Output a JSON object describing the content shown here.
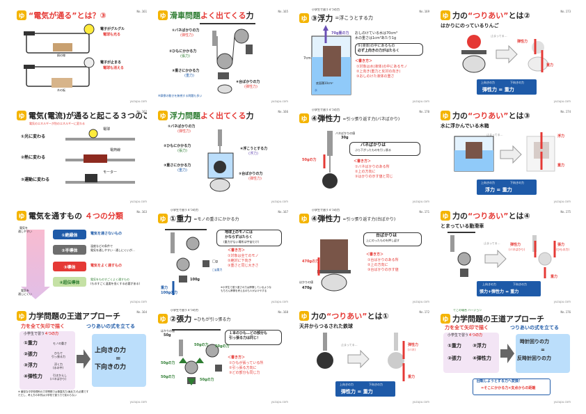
{
  "cards": [
    {
      "no": "No.161",
      "title": "“電気が通る”とは？③",
      "lines": [
        "電子がグルグル",
        "電球も光る",
        "電子が止まる",
        "電球も消える"
      ],
      "labels": [
        "銅の線",
        "木の板",
        "ボックス",
        "ボックス"
      ],
      "site": "yuzupu.com"
    },
    {
      "no": "No.165",
      "title_a": "滑車問題",
      "title_b": "よく出てくる",
      "title_c": "力",
      "labels": [
        "①バネばかりの力",
        "(弾性力)",
        "②ひもにかかる力",
        "(張力)",
        "③重さにかかる力",
        "(重力)",
        "④台ばかりの力",
        "(弾性力)"
      ],
      "note": "※摩擦の動きを無視する問題も多い",
      "site": "yuzupu.com"
    },
    {
      "no": "No.169",
      "small": "小学生で習う４つの力",
      "title": "③浮力",
      "title_s": "=浮こうとする力",
      "arrow": "70g重の力",
      "lines": [
        "おしのけている水は70cm³",
        "水の重さは1cm³あたり1g",
        "⑤(液体)の中にあるもの",
        "必ず上向きの力がはたらく"
      ],
      "kaku": "＜書き方＞",
      "rules": [
        "①対象は水(液体)の中にあるモノ",
        "②上向き(重力と反対の向き)",
        "③おしのけた液体の重さ"
      ],
      "dims": [
        "7cm",
        "底面積10cm²",
        "水"
      ],
      "site": "yuzupu.com"
    },
    {
      "no": "No.173",
      "title_a": "力の",
      "title_b": "“つりあい”",
      "title_c": "とは②",
      "sub": "はかりにのっているりんご",
      "labels": [
        "弾性力",
        "重力",
        "止まってる…"
      ],
      "eq_up": "上向きの力",
      "eq_down": "下向きの力",
      "eq": "弾性力 = 重力",
      "site": "yuzupu.com"
    },
    {
      "no": "No.162",
      "title": "電気(電流)が通ると起こる３つのこと",
      "sub": "電気のエネルギーが別のエネルギーに変わる",
      "items": [
        "①光に変わる",
        "②熱に変わる",
        "③運動に変わる"
      ],
      "labels": [
        "電球",
        "電熱線",
        "モーター"
      ],
      "site": "yuzupu.com"
    },
    {
      "no": "No.166",
      "title_a": "浮力問題",
      "title_b": "よく出てくる",
      "title_c": "力",
      "labels": [
        "①バネばかりの力",
        "(弾性力)",
        "②ひもにかかる力",
        "(張力)",
        "③重さにかかる力",
        "(重力)",
        "④浮こうとする力",
        "(浮力)",
        "⑤台ばかりの力",
        "(弾性力)"
      ],
      "site": "yuzupu.com"
    },
    {
      "no": "No.170",
      "small": "小学生で習う４つの力",
      "title": "④弾性力",
      "title_s": "=引っ張り返す力(バネばかり)",
      "labels": [
        "バネばかりの値",
        "30g",
        "50gの力"
      ],
      "bubble": [
        "バネばかりは",
        "ぶら下がったものを引っ張る"
      ],
      "kaku": "＜書き方＞",
      "rules": [
        "①バネばかりのある所",
        "②上の方向に",
        "③はかりの示す値と同じ"
      ],
      "site": "yuzupu.com"
    },
    {
      "no": "No.174",
      "title_a": "力の",
      "title_b": "“つりあい”",
      "title_c": "とは③",
      "sub": "水に浮かんでいる木箱",
      "labels": [
        "浮力",
        "重力",
        "止まってる…"
      ],
      "eq_up": "上向きの力",
      "eq_down": "下向きの力",
      "eq": "浮力 = 重力",
      "site": "yuzupu.com"
    },
    {
      "no": "No.163",
      "title_a": "電気を通すもの",
      "title_b": "４つの分類",
      "side_top": [
        "電気を",
        "通しやすい"
      ],
      "side_bot": [
        "電気を",
        "通しにくい"
      ],
      "cats": [
        "①絶縁体",
        "②半導体",
        "③導体",
        "④超伝導体"
      ],
      "descs": [
        "電気を通さないもの",
        "温度などの条件で",
        "電気を通しやすい・通しにくいが…",
        "電気をよく通すもの",
        "電気をものすごくよく通すもの",
        "(ものすごく温度を低くする必要がある)"
      ],
      "site": "yuzupu.com"
    },
    {
      "no": "No.167",
      "small": "小学生で習う４つの力",
      "title": "①重力",
      "title_s": "=モノの重さにかかる力",
      "bubble": [
        "地球上のモノには",
        "かならずはたらく",
        "(重力がない場所は宇宙だけ)"
      ],
      "kaku": "＜書き方＞",
      "rules": [
        "①対象は全てのモノ",
        "②絶対に下向き",
        "③重さと同じ大きさ"
      ],
      "labels": [
        "□g",
        "□g重力",
        "100g",
        "重力",
        "100gの力"
      ],
      "note": [
        "※小学生で習う重さの力は摩擦しているような",
        "もちろん摩擦を考えるのも人がよけやする"
      ],
      "site": "yuzupu.com"
    },
    {
      "no": "No.171",
      "small": "小学生で習う４つの力",
      "title": "④弾性力",
      "title_s": "=引っ張り返す力(台ばかり)",
      "bubble": [
        "台ばかりは",
        "上にのったものを押し返す"
      ],
      "labels": [
        "470gの力",
        "はかりの値",
        "470g"
      ],
      "kaku": "＜書き方＞",
      "rules": [
        "①台ばかりのある所",
        "②上の方向に",
        "③台ばかりの示す値"
      ],
      "site": "yuzupu.com"
    },
    {
      "no": "No.175",
      "title_a": "力の",
      "title_b": "“つりあい”",
      "title_c": "とは④",
      "sub": "とまっている動滑車",
      "labels": [
        "弾性力",
        "(バネばかり)",
        "張力",
        "(ひもの力)",
        "重力",
        "止まってる…"
      ],
      "eq_up": "上向きの力",
      "eq_down": "下向きの力",
      "eq": "張力+弾性力 = 重力",
      "site": "yuzupu.com"
    },
    {
      "no": "No.164",
      "title": "力学問題の王道アプローチ",
      "left_head": "力を全て矢印で描く",
      "right_head": "つりあいの式を立てる",
      "box_title": "小学生で習う",
      "box_title2": "４つの力",
      "forces": [
        "①重力",
        "②張力",
        "③浮力",
        "④弾性力"
      ],
      "force_desc": [
        "モノの重さ",
        "ひもで",
        "引っ張る力",
        "浮く力",
        "(水の中)",
        "引きかえし",
        "(バネばかり)"
      ],
      "result": [
        "上向きの力",
        "=",
        "下向きの力"
      ],
      "note": [
        "※ 厳密な中学校理科の力学問題では垂直抗力(面反力)も必要です",
        "ただし、考え方の本質は小学校で習う力で変わらない"
      ],
      "site": "yuzupu.com"
    },
    {
      "no": "No.168",
      "small": "小学生で習う４つの力",
      "title": "②張力",
      "title_s": "=ひもが引っ張る力",
      "bubble": [
        "１本のひも…どの部分も",
        "引っ張る力は同じ！"
      ],
      "labels": [
        "はかりの値",
        "50g",
        "50gの力",
        "50gの力",
        "50gの力",
        "50gの力",
        "50gの力"
      ],
      "kaku": "＜書き方＞",
      "rules": [
        "①ひもが張っている所",
        "②引っ張る方向に",
        "③どの部分も同じ力"
      ],
      "site": "yuzupu.com"
    },
    {
      "no": "No.172",
      "title_a": "力の",
      "title_b": "“つりあい”",
      "title_c": "とは①",
      "sub": "天井からつるされた鉄球",
      "labels": [
        "弾性力",
        "(バネ)",
        "重力",
        "止まってる…"
      ],
      "eq_up": "上向きの力",
      "eq_down": "下向きの力",
      "eq": "弾性力 = 重力",
      "site": "yuzupu.com"
    },
    {
      "no": "No.176",
      "small": "てこの場合 バージョン",
      "title": "力学問題の王道アプローチ",
      "left_head": "力を全て矢印で描く",
      "right_head": "つりあいの式を立てる",
      "box_title": "小学生で習う",
      "box_title2": "４つの力",
      "forces": [
        "①重力",
        "②張力",
        "③浮力",
        "④弾性力"
      ],
      "result": [
        "時計回りの力",
        "=",
        "反時計回りの力"
      ],
      "bottom": [
        "回転しようとする力へ変換！",
        "=そこにかかる力×支点からの距離"
      ],
      "site": "yuzupu.com"
    }
  ],
  "colors": {
    "red": "#e53935",
    "blue": "#1e5aa8",
    "green": "#2e7d32",
    "yellow": "#f4b400",
    "purple": "#6a4fb4",
    "pink": "#f8bbd0"
  }
}
